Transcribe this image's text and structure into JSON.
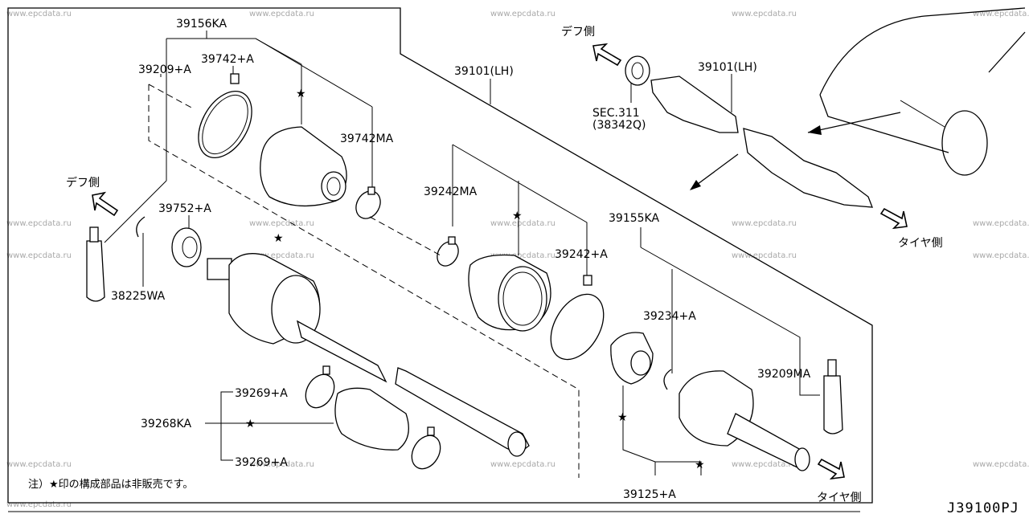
{
  "watermark": "www.epcdata.ru",
  "diagram_code": "J39100PJ",
  "note": "注）★印の構成部品は非販売です。",
  "direction": {
    "diff_side": "デフ側",
    "tire_side": "タイヤ側"
  },
  "parts": {
    "p39156KA": "39156KA",
    "p39209A": "39209+A",
    "p39742A": "39742+A",
    "p39742MA": "39742MA",
    "p39101LH_main": "39101(LH)",
    "p39101LH_inset": "39101(LH)",
    "sec_ref": "SEC.311",
    "sec_ref_num": "(38342Q)",
    "p39242MA": "39242MA",
    "p39752A": "39752+A",
    "p38225WA": "38225WA",
    "p39155KA": "39155KA",
    "p39242A": "39242+A",
    "p39234A": "39234+A",
    "p39209MA": "39209MA",
    "p39269A_top": "39269+A",
    "p39268KA": "39268KA",
    "p39269A_bottom": "39269+A",
    "p39125A": "39125+A"
  }
}
